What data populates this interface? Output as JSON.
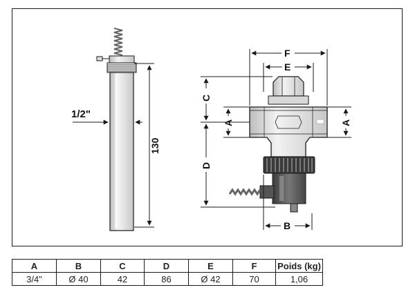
{
  "drawing": {
    "labels": {
      "thread": "1/2\"",
      "length": "130",
      "dim_a": "A",
      "dim_b": "B",
      "dim_c": "C",
      "dim_d": "D",
      "dim_e": "E",
      "dim_f": "F"
    },
    "colors": {
      "line": "#1a1a1a",
      "body": "#dcdcdc",
      "body_dark": "#9a9a9a",
      "knob": "#3a3a3a",
      "motor": "#555555",
      "spring": "#777777"
    }
  },
  "table": {
    "headers": [
      "A",
      "B",
      "C",
      "D",
      "E",
      "F",
      "Poids (kg)"
    ],
    "rows": [
      [
        "3/4\"",
        "Ø 40",
        "42",
        "86",
        "Ø 42",
        "70",
        "1,06"
      ]
    ]
  }
}
